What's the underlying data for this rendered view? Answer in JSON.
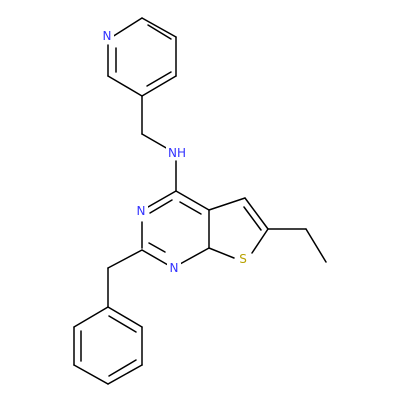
{
  "atoms": {
    "pyridine_n": {
      "label": "N",
      "color": "#3333ff"
    },
    "amine_nh": {
      "label": "NH",
      "color": "#3333ff"
    },
    "pyrimidine_n3": {
      "label": "N",
      "color": "#3333ff"
    },
    "pyrimidine_n1": {
      "label": "N",
      "color": "#3333ff"
    },
    "thiophene_s": {
      "label": "S",
      "color": "#b8a200"
    }
  }
}
